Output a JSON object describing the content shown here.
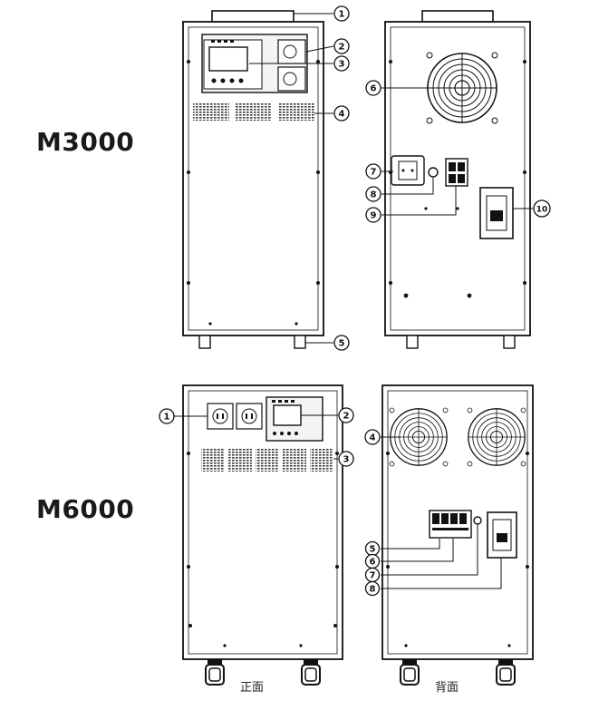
{
  "models": {
    "m3000": {
      "title": "M3000",
      "callouts": [
        "1",
        "2",
        "3",
        "4",
        "5",
        "6",
        "7",
        "8",
        "9",
        "10"
      ]
    },
    "m6000": {
      "title": "M6000",
      "callouts": [
        "1",
        "2",
        "3",
        "4",
        "5",
        "6",
        "7",
        "8"
      ]
    }
  },
  "captions": {
    "front": "正面",
    "back": "背面"
  },
  "colors": {
    "line": "#111111",
    "panel": "#f4f4f4",
    "vent": "#3a3a3a"
  },
  "icons": {
    "callout": "circled-number",
    "fan": "fan-grille-icon",
    "socket": "power-socket-icon",
    "breaker": "breaker-switch-icon",
    "caster": "caster-wheel-icon"
  }
}
